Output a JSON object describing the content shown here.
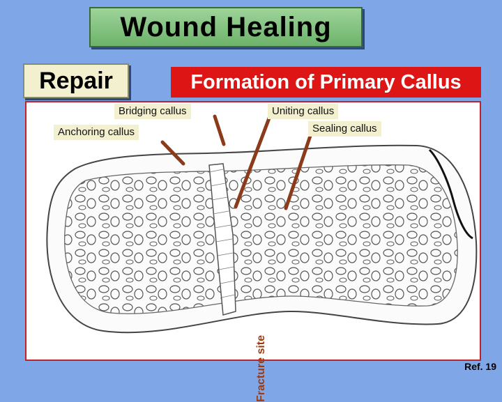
{
  "title": "Wound Healing",
  "section": "Repair",
  "subtitle": "Formation of Primary Callus",
  "labels": {
    "bridging": "Bridging callus",
    "uniting": "Uniting callus",
    "sealing": "Sealing callus",
    "anchoring": "Anchoring callus",
    "fracture_site": "Fracture site"
  },
  "ref": "Ref. 19",
  "colors": {
    "background": "#7fa7e8",
    "title_box": "#7cc278",
    "subtitle_box": "#dd1515",
    "label_box": "#f3f0cf",
    "pointer": "#8b3a1a"
  }
}
